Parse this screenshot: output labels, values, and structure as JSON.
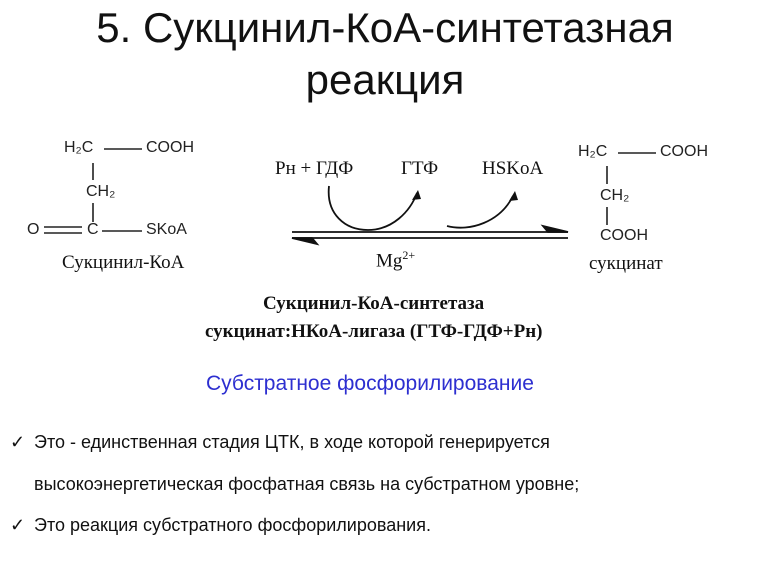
{
  "title": {
    "line1": "5. Сукцинил-КоА-синтетазная",
    "line2": "реакция"
  },
  "reaction": {
    "substrate": {
      "h2c": "H₂C",
      "cooh": "COOH",
      "ch2": "CH₂",
      "o": "O",
      "c": "C",
      "skoa": "SKoA",
      "name": "Сукцинил-КоА"
    },
    "cofactors_in": "Pн + ГДФ",
    "gtp": "ГТФ",
    "hskoa": "HSKoA",
    "catalyst_ion": "Mg",
    "catalyst_charge": "2+",
    "product": {
      "h2c": "H₂C",
      "cooh_top": "COOH",
      "ch2": "CH₂",
      "cooh_bottom": "COOH",
      "name": "сукцинат"
    }
  },
  "enzyme": {
    "name": "Сукцинил-КоА-синтетаза",
    "systematic": "сукцинат:HКоА-лигаза (ГТФ-ГДФ+Pн)"
  },
  "subtitle": {
    "text": "Субстратное фосфорилирование",
    "color": "#2d2fd0"
  },
  "bullets": [
    {
      "icon": "checkmark-icon",
      "glyph": "✓",
      "line1": "Это - единственная  стадия ЦТК, в ходе которой генерируется",
      "line2": "высокоэнергетическая  фосфатная связь на субстратном уровне;"
    },
    {
      "icon": "checkmark-icon",
      "glyph": "✓",
      "line1": "Это реакция субстратного фосфорилирования."
    }
  ]
}
